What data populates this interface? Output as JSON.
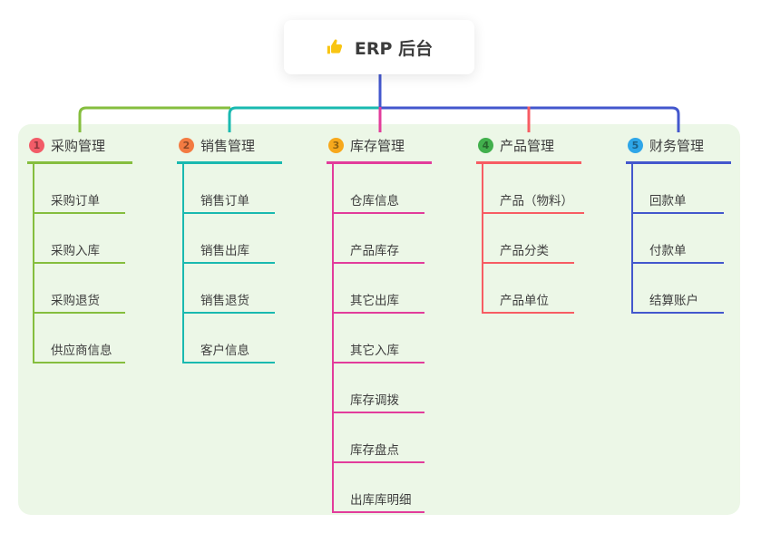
{
  "root": {
    "title": "ERP 后台",
    "icon": "thumbs-up-icon"
  },
  "branches": [
    {
      "number": "1",
      "label": "采购管理",
      "color": "#85BE3E",
      "badge_color": "#F25C68",
      "children": [
        "采购订单",
        "采购入库",
        "采购退货",
        "供应商信息"
      ]
    },
    {
      "number": "2",
      "label": "销售管理",
      "color": "#19B9B0",
      "badge_color": "#F37B42",
      "children": [
        "销售订单",
        "销售出库",
        "销售退货",
        "客户信息"
      ]
    },
    {
      "number": "3",
      "label": "库存管理",
      "color": "#E23C9B",
      "badge_color": "#F7A81C",
      "children": [
        "仓库信息",
        "产品库存",
        "其它出库",
        "其它入库",
        "库存调拨",
        "库存盘点",
        "出库库明细"
      ]
    },
    {
      "number": "4",
      "label": "产品管理",
      "color": "#F75C63",
      "badge_color": "#42B04D",
      "children": [
        "产品（物料）",
        "产品分类",
        "产品单位"
      ]
    },
    {
      "number": "5",
      "label": "财务管理",
      "color": "#4357CD",
      "badge_color": "#2EA6E8",
      "children": [
        "回款单",
        "付款单",
        "结算账户"
      ]
    }
  ],
  "colors": {
    "panel": "#ECF7E7",
    "text": "#3C3C3C",
    "root_line": "#4357CD"
  }
}
